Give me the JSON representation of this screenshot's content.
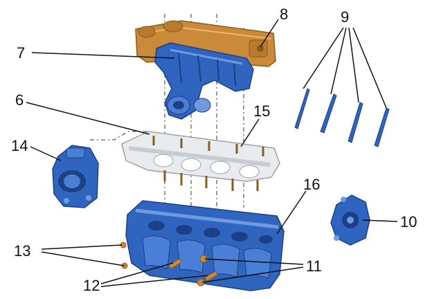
{
  "colors": {
    "blue": "#2f64bf",
    "blue_dark": "#1c3f86",
    "blue_light": "#6f9ae0",
    "orange": "#c98a3a",
    "orange_dark": "#8a5a1e",
    "grey": "#e9ecef",
    "grey_dark": "#9aa0a6",
    "leader": "#111111"
  },
  "callouts": {
    "c6": "6",
    "c7": "7",
    "c8": "8",
    "c9": "9",
    "c10": "10",
    "c11": "11",
    "c12": "12",
    "c13": "13",
    "c14": "14",
    "c15": "15",
    "c16": "16"
  }
}
